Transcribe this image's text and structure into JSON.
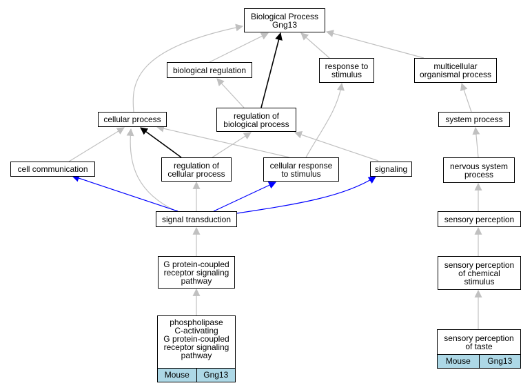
{
  "nodes": {
    "root": "Biological Process\nGng13",
    "bio_reg": "biological regulation",
    "resp_stim": "response to\nstimulus",
    "multi_org": "multicellular\norganismal process",
    "cell_proc": "cellular process",
    "reg_bio": "regulation of\nbiological process",
    "sys_proc": "system process",
    "cell_comm": "cell communication",
    "reg_cell": "regulation of\ncellular process",
    "cell_resp": "cellular response\nto stimulus",
    "signaling": "signaling",
    "nerv_sys": "nervous system\nprocess",
    "sig_trans": "signal transduction",
    "sens_perc": "sensory perception",
    "gpcr": "G protein-coupled\nreceptor signaling\npathway",
    "sens_chem": "sensory perception\nof chemical\nstimulus",
    "plc": "phospholipase\nC-activating\nG protein-coupled\nreceptor signaling\npathway",
    "taste": "sensory perception\nof taste"
  },
  "annotations": {
    "plc": {
      "species": "Mouse",
      "gene": "Gng13"
    },
    "taste": {
      "species": "Mouse",
      "gene": "Gng13"
    }
  },
  "edge_colors": {
    "default": "#c0c0c0",
    "highlight_black": "#000000",
    "highlight_blue": "#0000ff"
  },
  "annotation_color": "#add8e6"
}
